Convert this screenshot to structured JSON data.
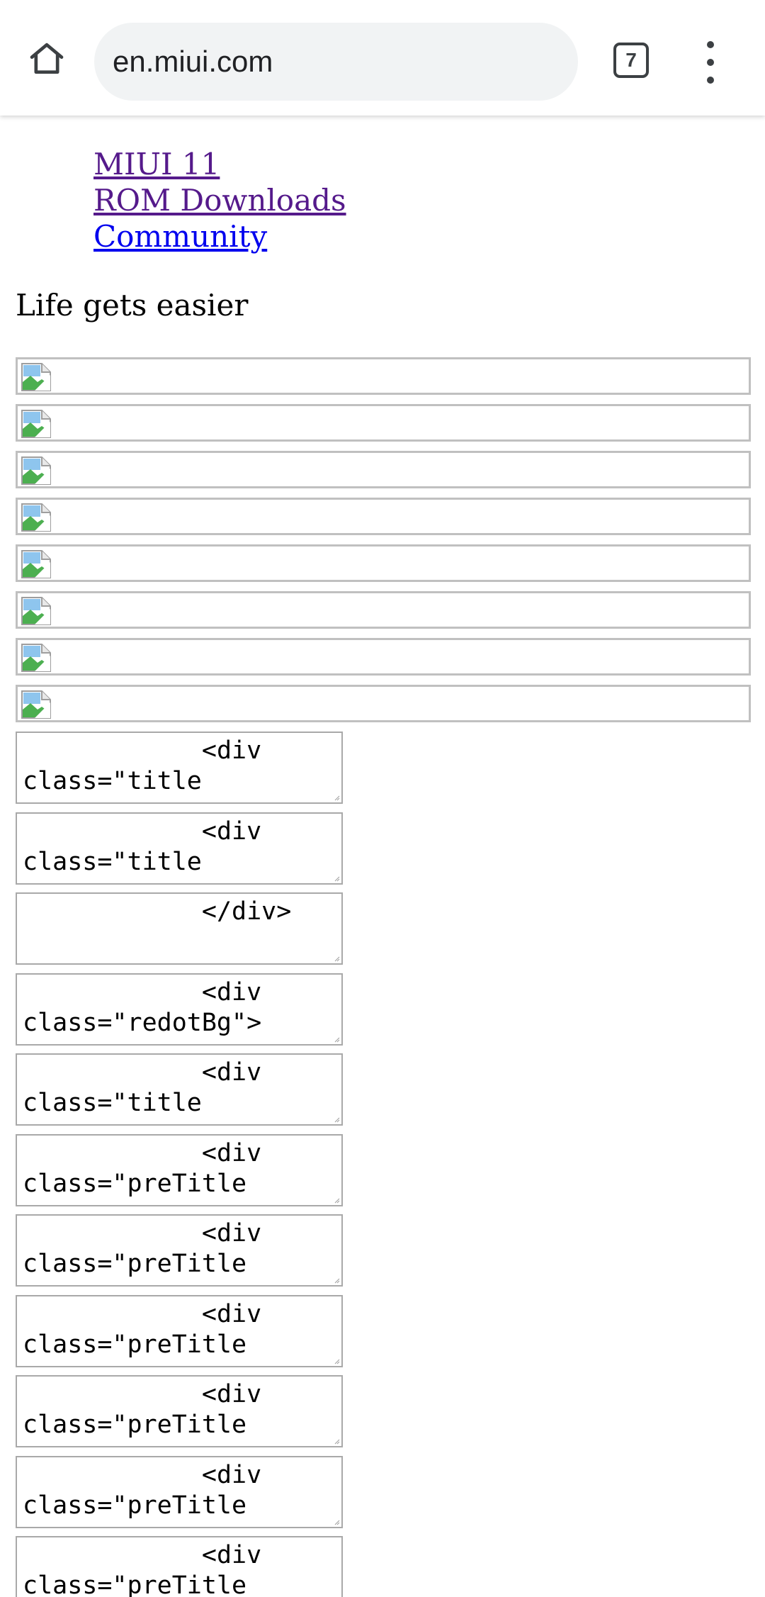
{
  "browser": {
    "url": "en.miui.com",
    "tab_count": "7",
    "icons": {
      "home": "home-icon",
      "tabs": "tab-switcher-icon",
      "menu": "more-vert-icon"
    }
  },
  "page": {
    "nav_links": [
      {
        "label": "MIUI 11",
        "state": "visited"
      },
      {
        "label": "ROM Downloads",
        "state": "visited"
      },
      {
        "label": "Community",
        "state": "unvisited"
      }
    ],
    "headline": "Life gets easier",
    "broken_image_count": 8,
    "textareas": [
      "            <div class=\"title",
      "            <div class=\"title",
      "            </div>",
      "            <div class=\"redotBg\">",
      "            <div class=\"title",
      "            <div class=\"preTitle",
      "            <div class=\"preTitle",
      "            <div class=\"preTitle",
      "            <div class=\"preTitle",
      "            <div class=\"preTitle",
      "            <div class=\"preTitle"
    ]
  },
  "colors": {
    "visited_link": "#551a8b",
    "unvisited_link": "#0000ee",
    "url_bar_bg": "#f1f3f4",
    "toolbar_icon": "#3c4043"
  }
}
